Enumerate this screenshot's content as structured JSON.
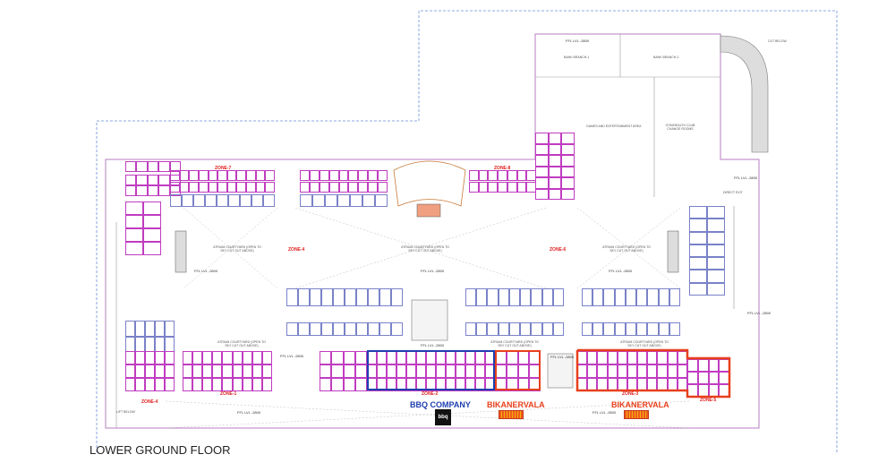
{
  "title": "LOWER GROUND FLOOR",
  "rooms": {
    "bank1": "BANK BRANCH-1",
    "bank2": "BANK BRANCH-2",
    "games": "GAMES AND ENTERTAINMENT AREA",
    "gym": "GYM/HEALTH CLUB CHANGE ROOMS",
    "atrium_left": "ATRIUM COURTYARD (OPEN TO SKY CUT OUT ABOVE)",
    "atrium_center": "ATRIUM COURTYARD (OPEN TO SKY CUT OUT ABOVE)",
    "atrium_right": "ATRIUM COURTYARD (OPEN TO SKY CUT OUT ABOVE)",
    "atrium_bl": "ATRIUM COURTYARD (OPEN TO SKY CUT OUT ABOVE)",
    "atrium_bc": "ATRIUM COURTYARD (OPEN TO SKY CUT OUT ABOVE)",
    "atrium_br": "ATRIUM COURTYARD (OPEN TO SKY CUT OUT ABOVE)",
    "direct_exit": "DIRECT EXIT",
    "cut_below": "CUT BELOW",
    "lift_below": "LIFT BELOW"
  },
  "zones": {
    "z1": "ZONE-1",
    "z2": "ZONE-2",
    "z3": "ZONE-3",
    "z4a": "ZONE-4",
    "z4b": "ZONE-4",
    "z5": "ZONE-5",
    "z6": "ZONE-6",
    "z7": "ZONE-7",
    "z8": "ZONE-8"
  },
  "ffl": "FFL LVL -2800",
  "tenants": {
    "bbq": "BBQ COMPANY",
    "bbq_logo": "bbq",
    "bik1": "BIKANERVALA",
    "bik2": "BIKANERVALA"
  },
  "colors": {
    "bbq": "#1f3fb0",
    "bikanervala": "#e8401c",
    "shop": "#c03cc0"
  }
}
